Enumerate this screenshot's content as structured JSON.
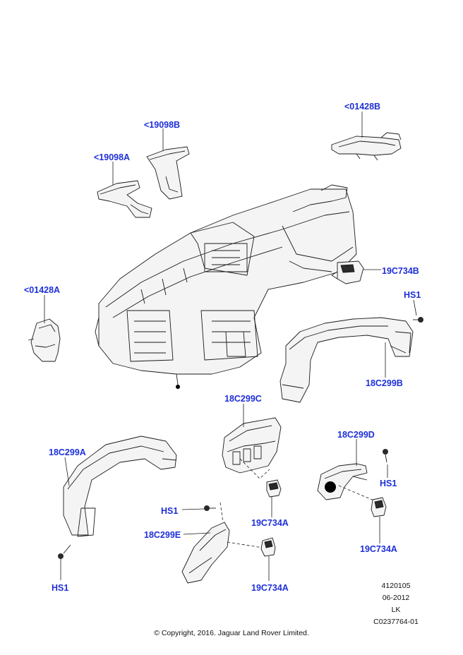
{
  "callouts": {
    "p01428b_top": "<01428B",
    "p19098b": "<19098B",
    "p19098a": "<19098A",
    "p01428a": "<01428A",
    "p19c734b": "19C734B",
    "hs1_right": "HS1",
    "p18c299b": "18C299B",
    "p18c299c": "18C299C",
    "p18c299d": "18C299D",
    "p18c299a": "18C299A",
    "hs1_d": "HS1",
    "hs1_e": "HS1",
    "p18c299e": "18C299E",
    "p19c734a_c": "19C734A",
    "p19c734a_d": "19C734A",
    "hs1_bottom": "HS1",
    "p19c734a_e": "19C734A"
  },
  "meta": {
    "illustration_no": "4120105",
    "date": "06-2012",
    "initials": "LK",
    "ref": "C0237764-01"
  },
  "copyright": "© Copyright, 2016. Jaguar Land Rover Limited.",
  "colors": {
    "callout": "#1e2fd8",
    "line": "#1a1a1a"
  }
}
